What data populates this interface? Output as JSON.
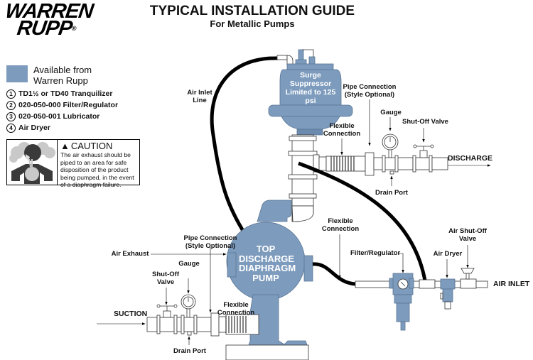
{
  "header": {
    "logo_line1": "WARREN",
    "logo_line2": "RUPP",
    "logo_mark": "®",
    "title": "TYPICAL INSTALLATION GUIDE",
    "subtitle": "For Metallic Pumps"
  },
  "legend": {
    "swatch_color": "#7d9bbd",
    "swatch_label": "Available from Warren Rupp",
    "items": [
      {
        "number": "1",
        "label": "TD1½ or TD40 Tranquilizer"
      },
      {
        "number": "2",
        "label": "020-050-000 Filter/Regulator"
      },
      {
        "number": "3",
        "label": "020-050-001 Lubricator"
      },
      {
        "number": "4",
        "label": "Air Dryer"
      }
    ]
  },
  "caution": {
    "icon": "warning-triangle-icon",
    "heading": "CAUTION",
    "text": "The air exhaust should be piped to an area for safe disposition of the product being pumped, in the event of a diaphragm failure.",
    "illustration": "person-inhaling-fumes-icon"
  },
  "components": {
    "surge_suppressor": "Surge Suppressor Limited to 125 psi",
    "pump": "TOP DISCHARGE DIAPHRAGM PUMP"
  },
  "labels": {
    "air_inlet_line": "Air Inlet Line",
    "discharge_pipe_connection": "Pipe Connection (Style Optional)",
    "discharge_gauge": "Gauge",
    "discharge_shutoff": "Shut-Off Valve",
    "discharge_flexible": "Flexible Connection",
    "discharge": "DISCHARGE",
    "discharge_drain": "Drain Port",
    "air_flexible": "Flexible Connection",
    "filter_regulator": "Filter/Regulator",
    "air_dryer": "Air Dryer",
    "air_shutoff": "Air Shut-Off Valve",
    "air_inlet": "AIR INLET",
    "air_exhaust": "Air Exhaust",
    "suction_pipe_connection": "Pipe Connection (Style Optional)",
    "suction_gauge": "Gauge",
    "suction_shutoff": "Shut-Off Valve",
    "suction": "SUCTION",
    "suction_flexible": "Flexible Connection",
    "suction_drain": "Drain Port"
  },
  "colors": {
    "component_blue": "#7d9bbd",
    "component_blue_dark": "#5f7f9f",
    "hose": "#000000",
    "pipe": "#ffffff"
  }
}
